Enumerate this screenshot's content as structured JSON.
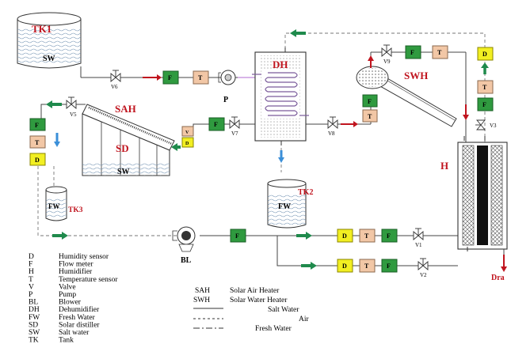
{
  "components": {
    "tk1": "TK1",
    "sw_tk1": "SW",
    "dh": "DH",
    "swh": "SWH",
    "sah": "SAH",
    "sd": "SD",
    "sw_sd": "SW",
    "h": "H",
    "tk2": "TK2",
    "fw_tk2": "FW",
    "tk3": "TK3",
    "fw_tk3": "FW",
    "pump": "P",
    "blower": "BL",
    "drain": "Dra"
  },
  "valves": {
    "v1": "V1",
    "v2": "V2",
    "v3": "V3",
    "v5": "V5",
    "v6": "V6",
    "v7": "V7",
    "v8": "V8",
    "v9": "V9"
  },
  "sensor_letters": {
    "f": "F",
    "t": "T",
    "d": "D",
    "v": "V"
  },
  "legend_abbrev": [
    {
      "code": "D",
      "desc": "Humidity sensor"
    },
    {
      "code": "F",
      "desc": "Flow meter"
    },
    {
      "code": "H",
      "desc": "Humidifier"
    },
    {
      "code": "T",
      "desc": "Temperature sensor"
    },
    {
      "code": "V",
      "desc": "Valve"
    },
    {
      "code": "P",
      "desc": "Pump"
    },
    {
      "code": "BL",
      "desc": "Blower"
    },
    {
      "code": "DH",
      "desc": "Dehumidifier"
    },
    {
      "code": "FW",
      "desc": "Fresh Water"
    },
    {
      "code": "SD",
      "desc": "Solar distiller"
    },
    {
      "code": "SW",
      "desc": "Salt water"
    },
    {
      "code": "TK",
      "desc": "Tank"
    }
  ],
  "legend_lines": {
    "sah_code": "SAH",
    "sah_desc": "Solar Air Heater",
    "swh_code": "SWH",
    "swh_desc": "Solar Water Heater",
    "salt": "Salt Water",
    "air": "Air",
    "fresh": "Fresh Water"
  },
  "colors": {
    "accent_red": "#c0141e",
    "flow_green": "#1f8a4c",
    "sensor_f": "#2f9a3f",
    "sensor_t": "#f2c7a6",
    "sensor_d": "#f2ef22",
    "water_blue": "#3b8fd8",
    "pipe_pink": "#d8b4e8"
  }
}
